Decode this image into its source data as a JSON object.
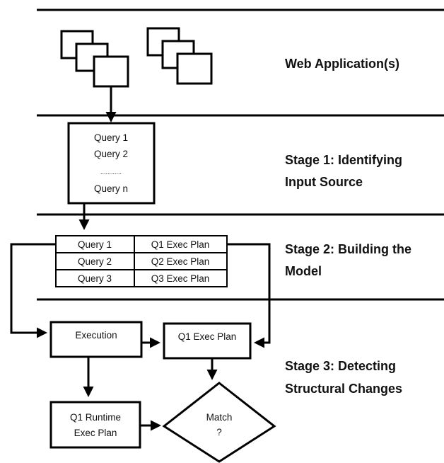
{
  "stages": {
    "web_apps": "Web Application(s)",
    "stage1_line1": "Stage 1: Identifying",
    "stage1_line2": "Input Source",
    "stage2_line1": "Stage 2: Building the",
    "stage2_line2": "Model",
    "stage3_line1": "Stage 3: Detecting",
    "stage3_line2": "Structural Changes"
  },
  "query_box": {
    "lines": [
      "Query 1",
      "Query 2",
      "............",
      "Query n"
    ]
  },
  "model_table": {
    "rows": [
      {
        "query": "Query 1",
        "plan": "Q1 Exec Plan"
      },
      {
        "query": "Query 2",
        "plan": "Q2 Exec Plan"
      },
      {
        "query": "Query 3",
        "plan": "Q3 Exec Plan"
      }
    ]
  },
  "stage3": {
    "execution": "Execution",
    "exec_plan": "Q1 Exec Plan",
    "runtime_line1": "Q1 Runtime",
    "runtime_line2": "Exec Plan",
    "match_line1": "Match",
    "match_line2": "?"
  }
}
